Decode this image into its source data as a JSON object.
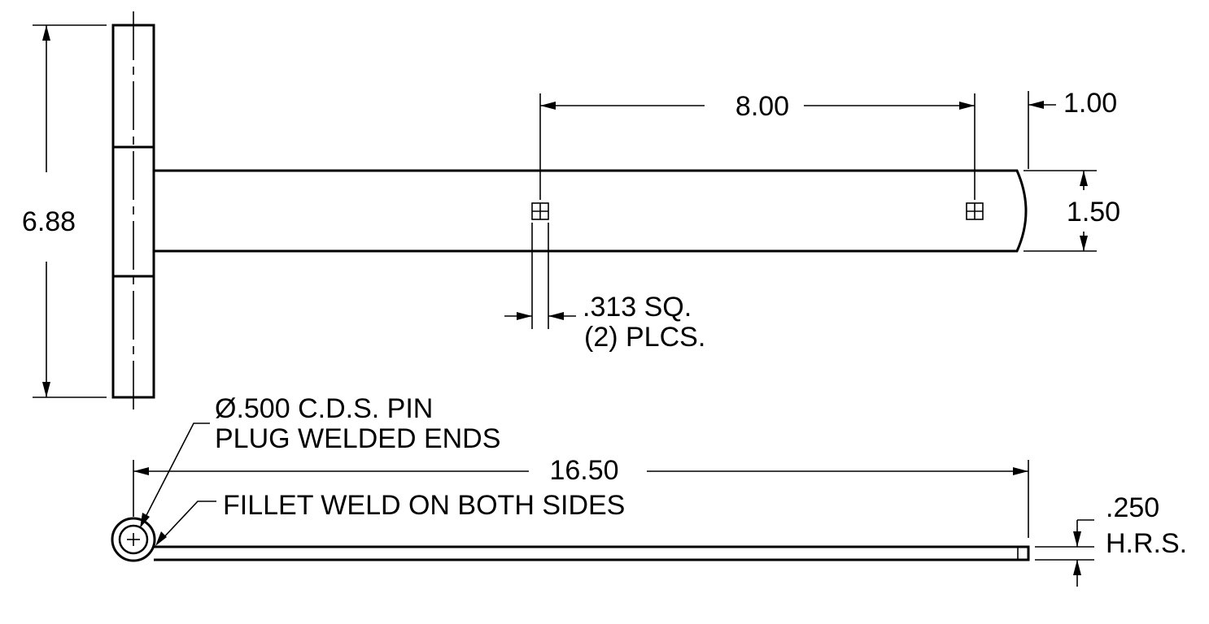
{
  "dimensions": {
    "overall_height": "6.88",
    "hole_spacing": "8.00",
    "end_offset": "1.00",
    "strap_width": "1.50",
    "hole_size_line1": ".313 SQ.",
    "hole_size_line2": "(2) PLCS.",
    "overall_length": "16.50",
    "thickness_line1": ".250",
    "thickness_line2": "H.R.S."
  },
  "notes": {
    "pin_line1": "Ø.500 C.D.S. PIN",
    "pin_line2": "PLUG WELDED ENDS",
    "weld": "FILLET WELD ON BOTH SIDES"
  }
}
